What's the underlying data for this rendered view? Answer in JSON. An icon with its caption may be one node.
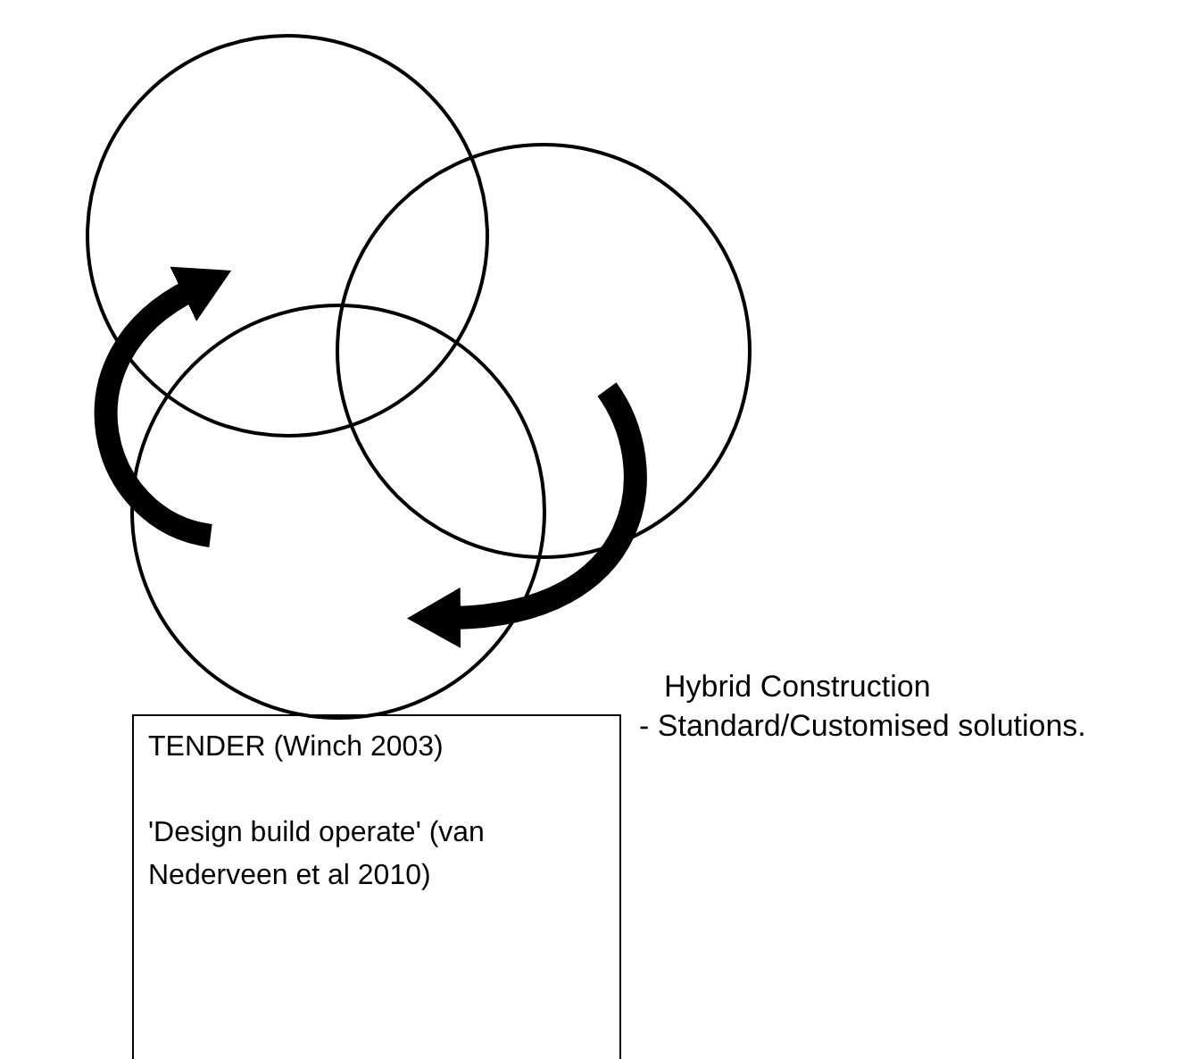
{
  "diagram": {
    "nodes": [
      {
        "text": [],
        "shape": "circle"
      },
      {
        "text": [],
        "shape": "circle"
      },
      {
        "text": [],
        "shape": "circle"
      },
      {
        "text": [
          "TENDER (Winch 2003)",
          "'Design build operate' (van Nederveen et al 2010)"
        ]
      }
    ],
    "edges": [
      {
        "from": 2,
        "to": 0,
        "arrow": "to"
      },
      {
        "from": 1,
        "to": 2,
        "arrow": "to"
      }
    ],
    "labels": [
      "Hybrid Construction",
      "- Standard/Customised solutions."
    ]
  }
}
